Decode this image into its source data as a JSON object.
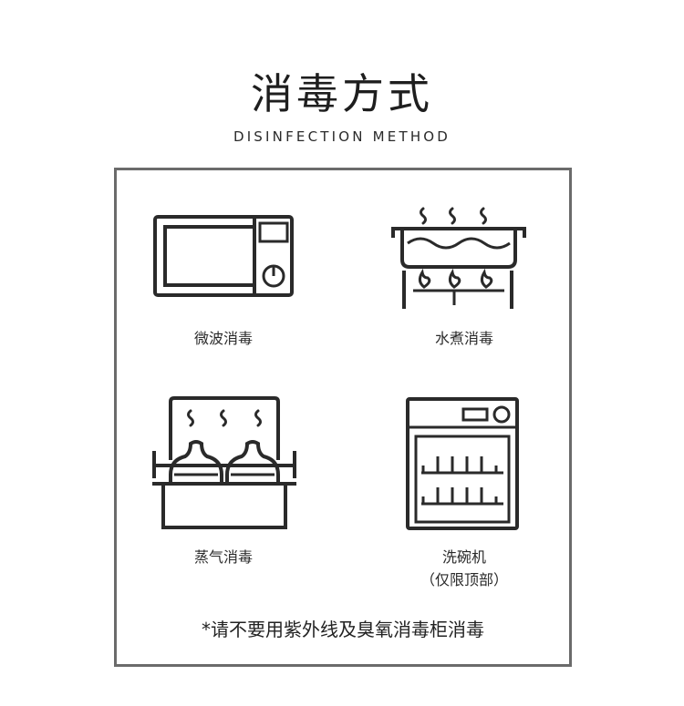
{
  "header": {
    "title": "消毒方式",
    "subtitle": "DISINFECTION METHOD"
  },
  "methods": [
    {
      "label": "微波消毒",
      "icon": "microwave-icon"
    },
    {
      "label": "水煮消毒",
      "icon": "boiling-pot-icon"
    },
    {
      "label": "蒸气消毒",
      "icon": "steam-sterilizer-icon"
    },
    {
      "label": "洗碗机",
      "sublabel": "（仅限顶部）",
      "icon": "dishwasher-icon"
    }
  ],
  "note": "*请不要用紫外线及臭氧消毒柜消毒",
  "colors": {
    "text": "#2a2a2a",
    "frame": "#6b6b6b",
    "line_art": "#2a2a2a"
  }
}
